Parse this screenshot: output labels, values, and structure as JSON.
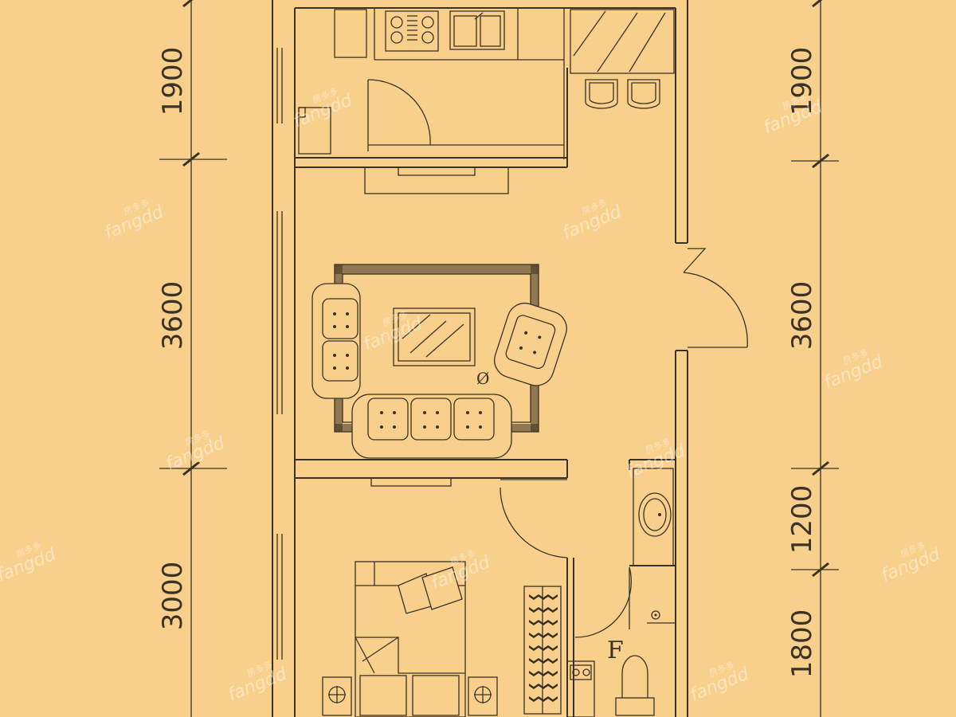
{
  "dimensions": {
    "left": [
      "1900",
      "3600",
      "3000"
    ],
    "right": [
      "1900",
      "3600",
      "1200",
      "1800"
    ]
  },
  "labels": {
    "fridge_symbol": "F",
    "diameter_symbol": "Ø"
  },
  "watermark": {
    "brand": "fangdd",
    "brand_cn": "房多多"
  },
  "colors": {
    "background": "#f9cf8c",
    "lines": "#3a3224"
  }
}
